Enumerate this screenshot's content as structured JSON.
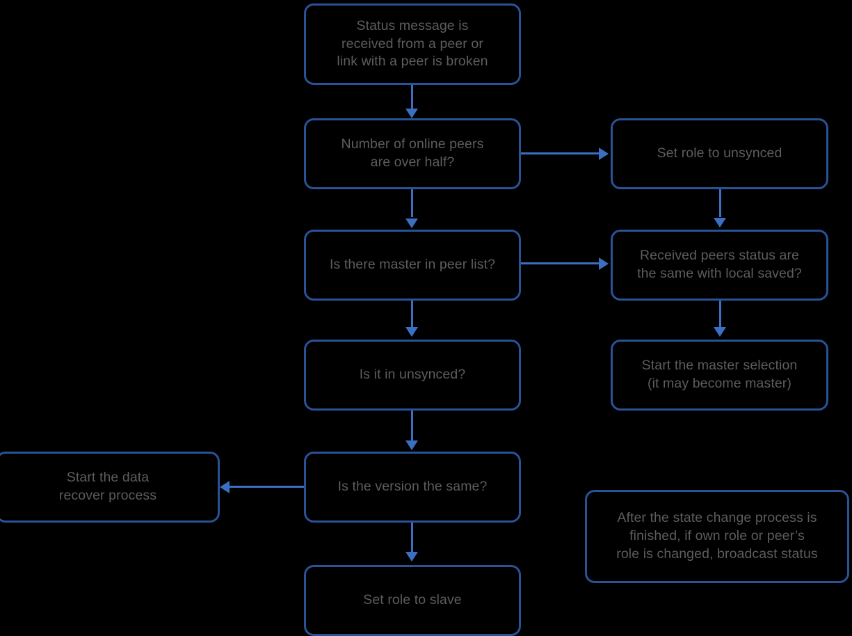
{
  "diagram": {
    "title": "Peer status change state machine flowchart",
    "background_color": "#000000",
    "node_border_color": "#2a5296",
    "node_text_color": "#5d5d5d",
    "edge_color": "#3b6fc2",
    "nodes": [
      {
        "id": "status-message-received",
        "label": "Status message is\nreceived from a peer or\nlink with a peer is broken",
        "column": "middle",
        "shape": "rounded-rect"
      },
      {
        "id": "online-peers-over-half",
        "label": "Number of online peers\nare over half?",
        "column": "middle",
        "shape": "rounded-rect"
      },
      {
        "id": "master-in-peer-list",
        "label": "Is there master in peer list?",
        "column": "middle",
        "shape": "rounded-rect"
      },
      {
        "id": "is-it-in-unsynced",
        "label": "Is it in unsynced?",
        "column": "middle",
        "shape": "rounded-rect"
      },
      {
        "id": "is-version-the-same",
        "label": "Is the version the same?",
        "column": "middle",
        "shape": "rounded-rect"
      },
      {
        "id": "set-role-to-slave",
        "label": "Set role to slave",
        "column": "middle",
        "shape": "rounded-rect"
      },
      {
        "id": "set-role-to-unsynced",
        "label": "Set role to unsynced",
        "column": "right",
        "shape": "rounded-rect"
      },
      {
        "id": "peers-status-same-as-local",
        "label": "Received peers status are\nthe same with local saved?",
        "column": "right",
        "shape": "rounded-rect"
      },
      {
        "id": "start-master-selection",
        "label": "Start the master selection\n(it may become master)",
        "column": "right",
        "shape": "rounded-rect"
      },
      {
        "id": "start-data-recover-process",
        "label": "Start the data\nrecover process",
        "column": "left",
        "shape": "rounded-rect"
      },
      {
        "id": "broadcast-status-note",
        "label": "After the state change process is\nfinished, if own role or peer’s\nrole is changed, broadcast status",
        "column": "right",
        "shape": "rounded-rect-note"
      }
    ],
    "edges": [
      {
        "from": "status-message-received",
        "to": "online-peers-over-half",
        "direction": "down"
      },
      {
        "from": "online-peers-over-half",
        "to": "master-in-peer-list",
        "direction": "down"
      },
      {
        "from": "online-peers-over-half",
        "to": "set-role-to-unsynced",
        "direction": "right"
      },
      {
        "from": "master-in-peer-list",
        "to": "is-it-in-unsynced",
        "direction": "down"
      },
      {
        "from": "master-in-peer-list",
        "to": "peers-status-same-as-local",
        "direction": "right"
      },
      {
        "from": "is-it-in-unsynced",
        "to": "is-version-the-same",
        "direction": "down"
      },
      {
        "from": "is-version-the-same",
        "to": "set-role-to-slave",
        "direction": "down"
      },
      {
        "from": "is-version-the-same",
        "to": "start-data-recover-process",
        "direction": "left"
      },
      {
        "from": "set-role-to-unsynced",
        "to": "peers-status-same-as-local",
        "direction": "down"
      },
      {
        "from": "peers-status-same-as-local",
        "to": "start-master-selection",
        "direction": "down"
      }
    ]
  }
}
